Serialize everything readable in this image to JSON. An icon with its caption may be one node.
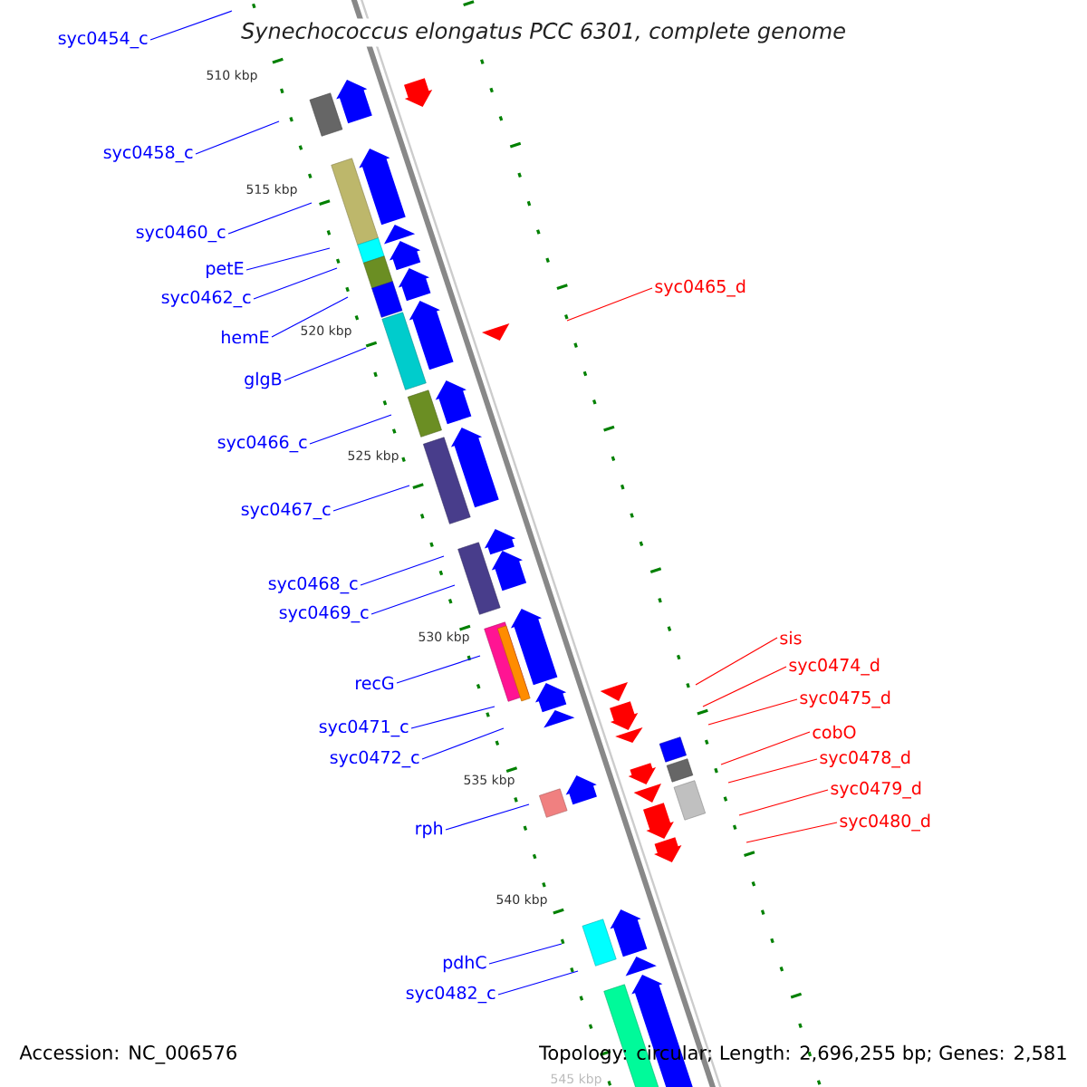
{
  "diagram": {
    "title": "Synechococcus elongatus PCC 6301, complete genome",
    "nodes": [
      {
        "text": [
          "syc0454_c"
        ]
      },
      {
        "text": [
          "syc0458_c"
        ]
      },
      {
        "text": [
          "syc0460_c"
        ]
      },
      {
        "text": [
          "petE"
        ]
      },
      {
        "text": [
          "syc0465_d"
        ]
      },
      {
        "text": [
          "syc0462_c"
        ]
      },
      {
        "text": [
          "hemE"
        ]
      },
      {
        "text": [
          "glgB"
        ]
      },
      {
        "text": [
          "syc0466_c"
        ]
      },
      {
        "text": [
          "syc0467_c"
        ]
      },
      {
        "text": [
          "syc0468_c"
        ]
      },
      {
        "text": [
          "syc0469_c"
        ]
      },
      {
        "text": [
          "sis"
        ]
      },
      {
        "text": [
          "syc0474_d"
        ]
      },
      {
        "text": [
          "recG"
        ]
      },
      {
        "text": [
          "syc0475_d"
        ]
      },
      {
        "text": [
          "syc0471_c"
        ]
      },
      {
        "text": [
          "cobO"
        ]
      },
      {
        "text": [
          "syc0472_c"
        ]
      },
      {
        "text": [
          "syc0478_d"
        ]
      },
      {
        "text": [
          "syc0479_d"
        ]
      },
      {
        "text": [
          "syc0480_d"
        ]
      },
      {
        "text": [
          "rph"
        ]
      },
      {
        "text": [
          "pdhC"
        ]
      },
      {
        "text": [
          "syc0482_c"
        ]
      }
    ],
    "edges": [
      {
        "from": 0,
        "to": null,
        "arrow": "none"
      },
      {
        "from": 1,
        "to": null,
        "arrow": "none"
      },
      {
        "from": 2,
        "to": null,
        "arrow": "none"
      },
      {
        "from": 3,
        "to": null,
        "arrow": "none"
      },
      {
        "from": 4,
        "to": null,
        "arrow": "none",
        "color": "#ff0000"
      },
      {
        "from": 5,
        "to": null,
        "arrow": "none"
      },
      {
        "from": 6,
        "to": null,
        "arrow": "none"
      },
      {
        "from": 7,
        "to": null,
        "arrow": "none"
      },
      {
        "from": 8,
        "to": null,
        "arrow": "none"
      },
      {
        "from": 9,
        "to": null,
        "arrow": "none"
      },
      {
        "from": 10,
        "to": null,
        "arrow": "none"
      },
      {
        "from": 11,
        "to": null,
        "arrow": "none"
      },
      {
        "from": 12,
        "to": null,
        "arrow": "none",
        "color": "#ff0000"
      },
      {
        "from": 13,
        "to": null,
        "arrow": "none",
        "color": "#ff0000"
      },
      {
        "from": 14,
        "to": null,
        "arrow": "none"
      },
      {
        "from": 15,
        "to": null,
        "arrow": "none",
        "color": "#ff0000"
      },
      {
        "from": 16,
        "to": null,
        "arrow": "none"
      },
      {
        "from": 17,
        "to": null,
        "arrow": "none",
        "color": "#ff0000"
      },
      {
        "from": 18,
        "to": null,
        "arrow": "none"
      },
      {
        "from": 19,
        "to": null,
        "arrow": "none",
        "color": "#ff0000"
      },
      {
        "from": 20,
        "to": null,
        "arrow": "none",
        "color": "#ff0000"
      },
      {
        "from": 21,
        "to": null,
        "arrow": "none",
        "color": "#ff0000"
      },
      {
        "from": 22,
        "to": null,
        "arrow": "none"
      },
      {
        "from": 23,
        "to": null,
        "arrow": "none"
      },
      {
        "from": 24,
        "to": null,
        "arrow": "none"
      }
    ],
    "labels": [
      "510 kbp",
      "515 kbp",
      "520 kbp",
      "525 kbp",
      "530 kbp",
      "535 kbp",
      "540 kbp",
      "545 kbp",
      "Accession: NC_006576",
      "Topology: circular; Length: 2,696,255 bp; Genes: 2,581"
    ]
  }
}
